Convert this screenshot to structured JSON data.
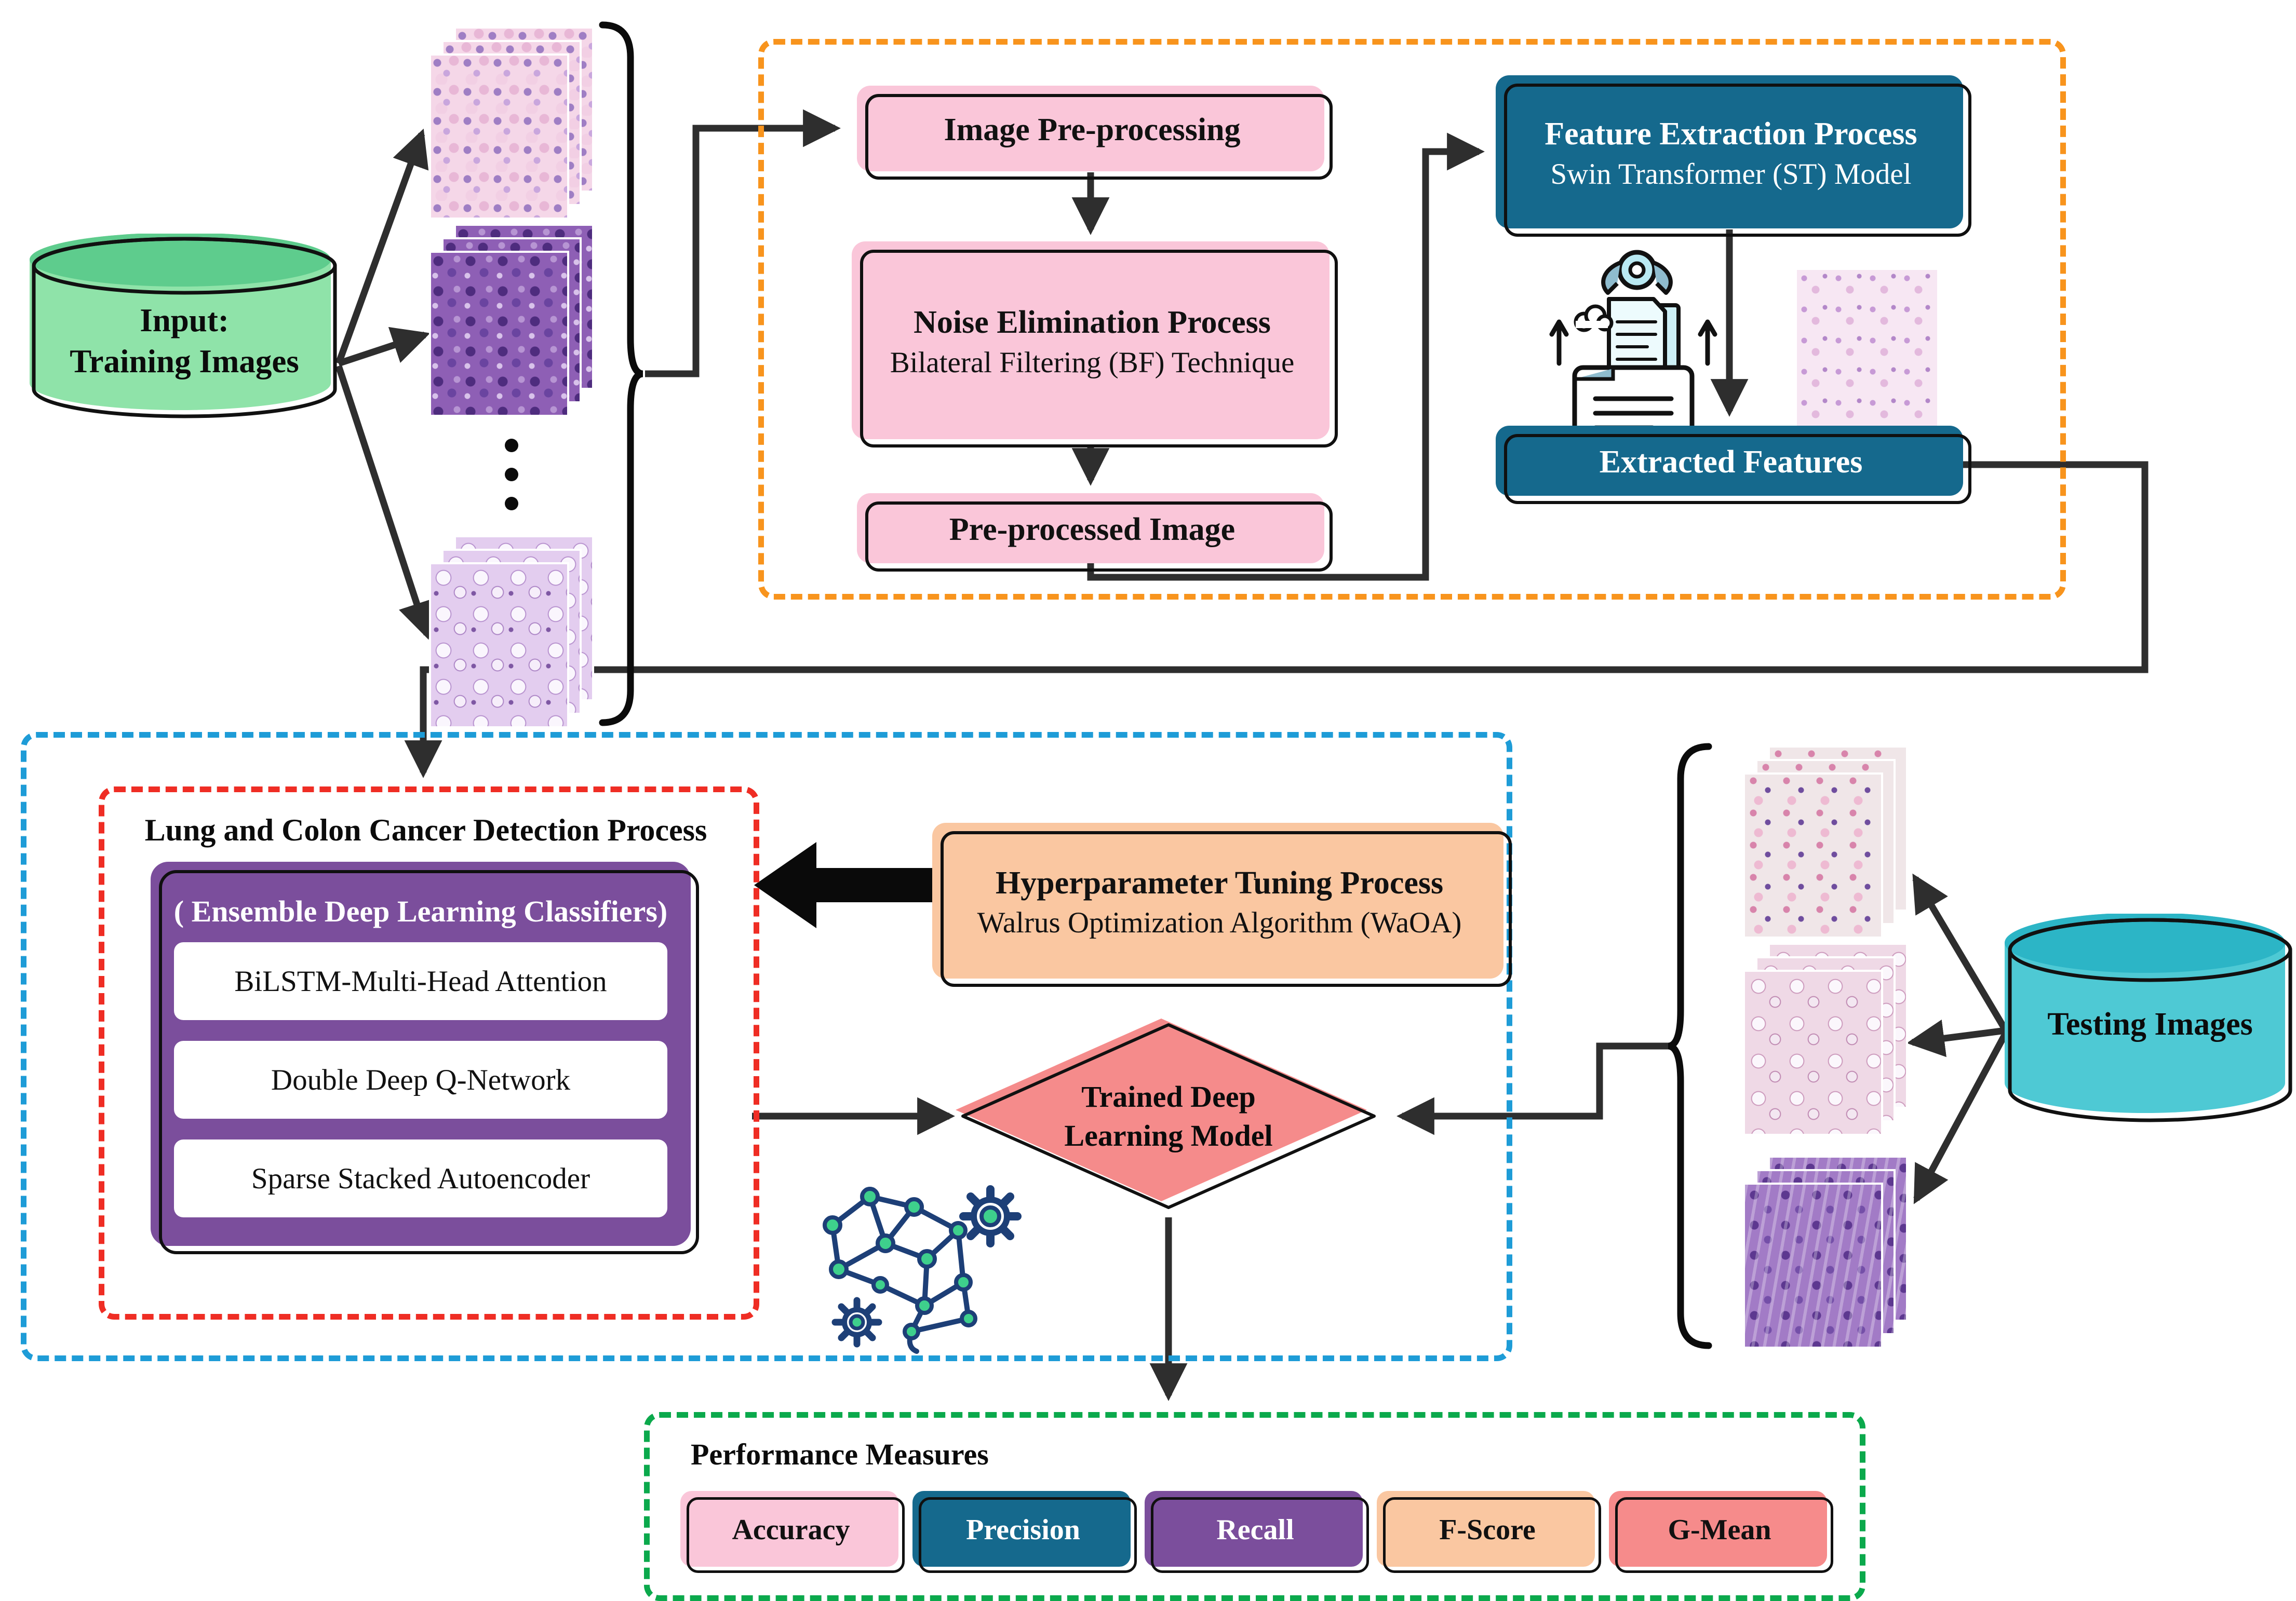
{
  "diagram": {
    "input_db": {
      "line1": "Input:",
      "line2": "Training Images"
    },
    "preprocessing": {
      "image_preprocessing": "Image Pre-processing",
      "noise_elimination_title": "Noise Elimination Process",
      "noise_elimination_sub": "Bilateral Filtering (BF) Technique",
      "preprocessed_image": "Pre-processed Image"
    },
    "feature_extraction": {
      "title": "Feature Extraction Process",
      "sub": "Swin Transformer (ST) Model",
      "extracted": "Extracted Features"
    },
    "detection": {
      "title": "Lung and Colon Cancer Detection Process",
      "ensemble_label": "( Ensemble Deep Learning Classifiers)",
      "classifiers": [
        "BiLSTM-Multi-Head Attention",
        "Double Deep Q-Network",
        "Sparse Stacked Autoencoder"
      ]
    },
    "tuning": {
      "title": "Hyperparameter Tuning Process",
      "sub": "Walrus Optimization Algorithm (WaOA)"
    },
    "trained_model": {
      "line1": "Trained Deep",
      "line2": "Learning Model"
    },
    "testing_db": {
      "label": "Testing Images"
    },
    "performance": {
      "title": "Performance Measures",
      "measures": [
        {
          "label": "Accuracy",
          "color": "#FAC6D9"
        },
        {
          "label": "Precision",
          "color": "#15698D"
        },
        {
          "label": "Recall",
          "color": "#7B4E9C"
        },
        {
          "label": "F-Score",
          "color": "#FAC7A1"
        },
        {
          "label": "G-Mean",
          "color": "#F68B8B"
        }
      ]
    },
    "icons": {
      "feature_extraction_icon": "document-scan-robot",
      "ai_gears_icon": "neural-network-with-gears"
    },
    "colors": {
      "pink_box": "#FAC6D9",
      "teal_box": "#15698D",
      "peach_box": "#FAC7A1",
      "purple_box": "#7B4E9C",
      "diamond": "#F58B8B",
      "train_cylinder_body": "#8FE3A9",
      "train_cylinder_top": "#5ECC8D",
      "test_cylinder_body": "#4EC9D4",
      "test_cylinder_top": "#2CB5C6",
      "preprocess_border": "#F8941D",
      "training_border": "#1E9CD7",
      "detection_border": "#EF2D24",
      "performance_border": "#0BA94C"
    }
  }
}
